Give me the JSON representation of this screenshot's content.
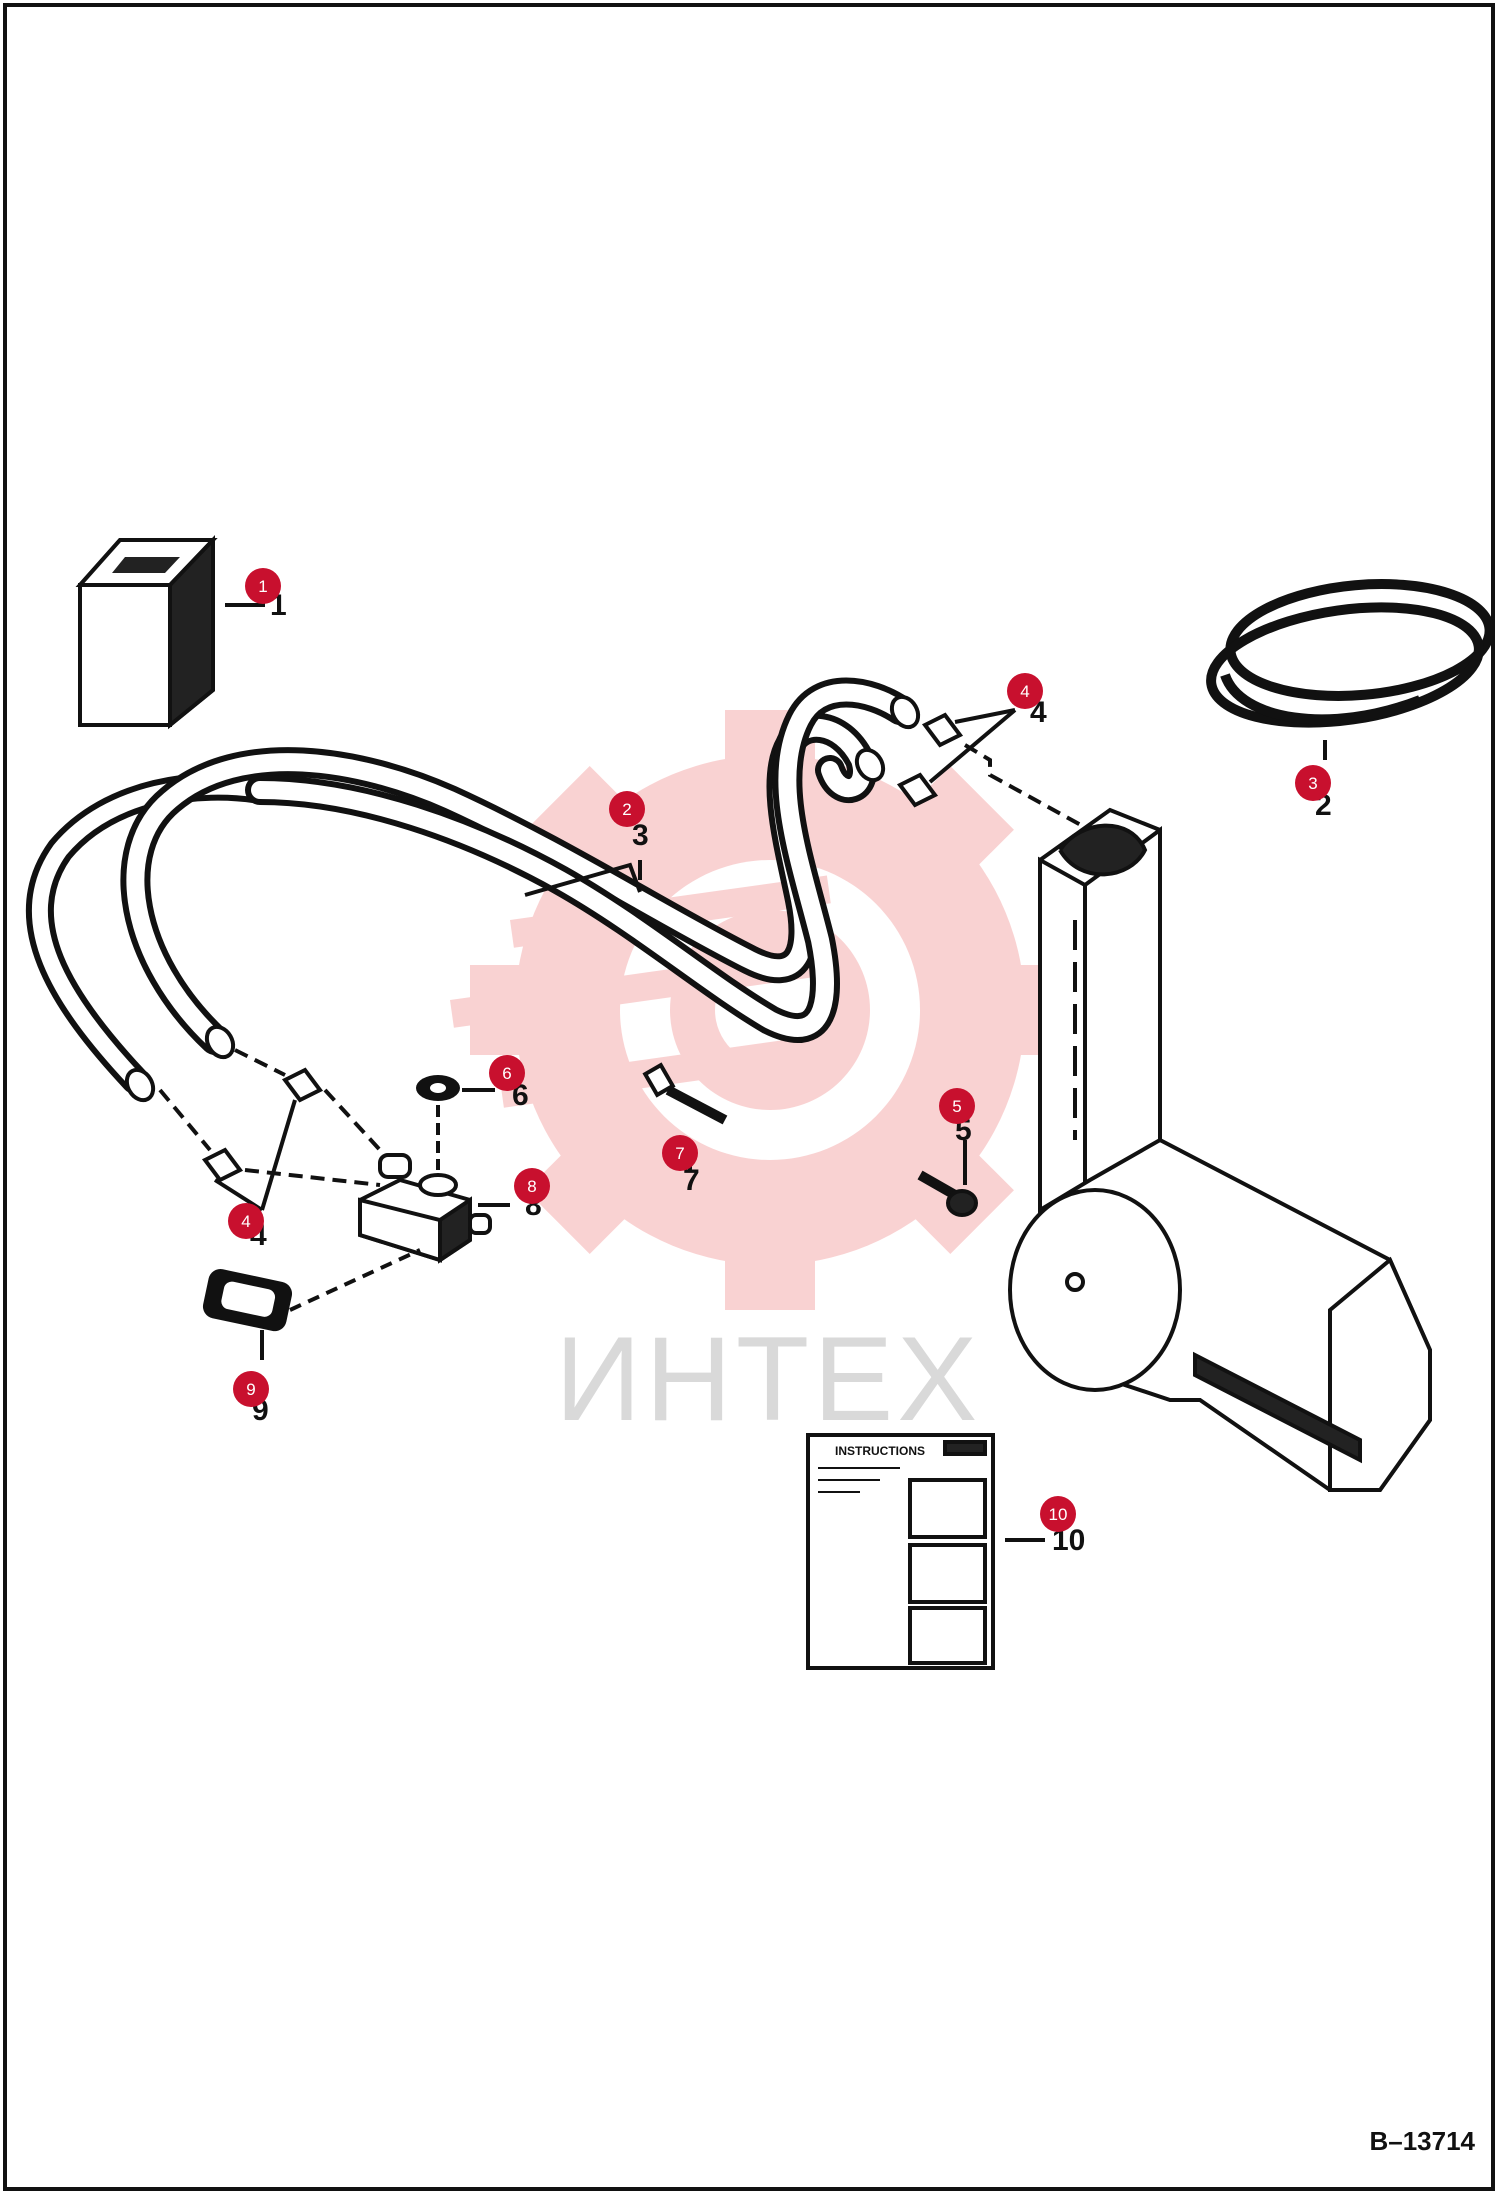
{
  "drawing_code": "B–13714",
  "watermark": "ИНТЕХ",
  "instruction_sheet": {
    "title": "INSTRUCTIONS"
  },
  "colors": {
    "badge": "#c8102e",
    "watermark": "#f08080",
    "line": "#111111"
  },
  "callouts": [
    {
      "id": "callout-1",
      "number": "1",
      "part": "box"
    },
    {
      "id": "callout-2",
      "number": "2",
      "part": "hose-coil"
    },
    {
      "id": "callout-3",
      "number": "3",
      "part": "heater-hoses"
    },
    {
      "id": "callout-4a",
      "number": "4",
      "part": "hose-clamps-upper"
    },
    {
      "id": "callout-4b",
      "number": "4",
      "part": "hose-clamps-lower"
    },
    {
      "id": "callout-5",
      "number": "5",
      "part": "screw"
    },
    {
      "id": "callout-6",
      "number": "6",
      "part": "washer"
    },
    {
      "id": "callout-7",
      "number": "7",
      "part": "cable-tie"
    },
    {
      "id": "callout-8",
      "number": "8",
      "part": "valve"
    },
    {
      "id": "callout-9",
      "number": "9",
      "part": "gasket"
    },
    {
      "id": "callout-10",
      "number": "10",
      "part": "instruction-sheet"
    }
  ]
}
